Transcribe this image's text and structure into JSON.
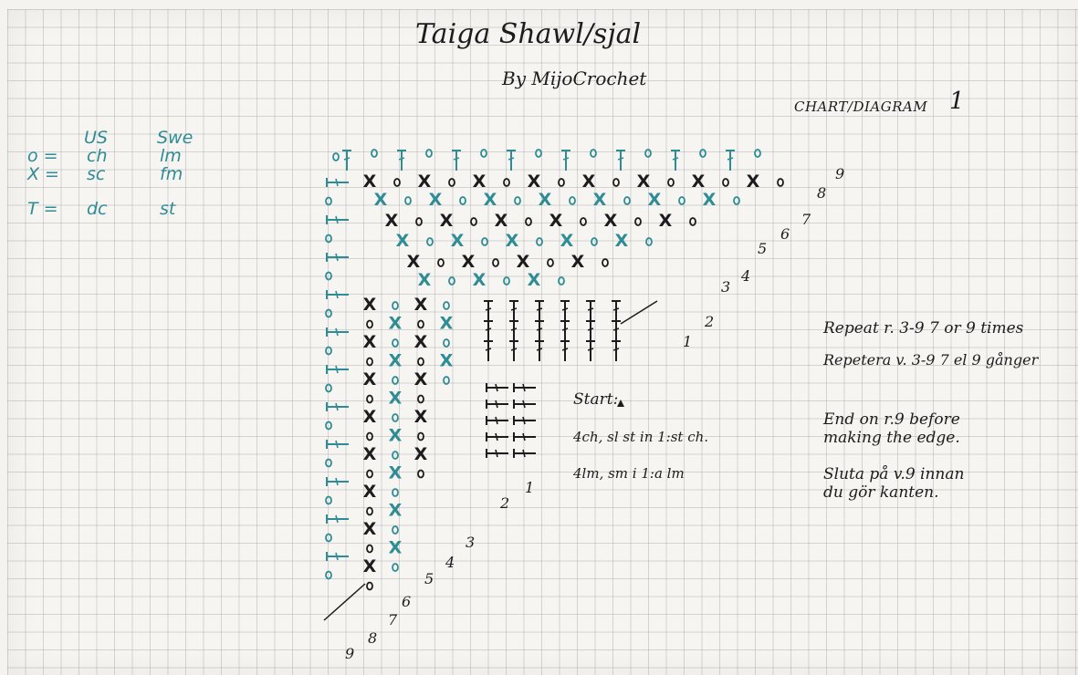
{
  "title": "Taiga Shawl/sjal",
  "byline": "By MijoCrochet",
  "chart_label": "CHART/DIAGRAM",
  "chart_number": "1",
  "legend": {
    "header_us": "US",
    "header_swe": "Swe",
    "rows": [
      {
        "symbol": "o =",
        "us": "ch",
        "swe": "lm"
      },
      {
        "symbol": "X =",
        "us": "sc",
        "swe": "fm"
      },
      {
        "symbol": "T =",
        "us": "dc",
        "swe": "st"
      }
    ]
  },
  "notes": {
    "repeat_en": "Repeat r. 3-9  7 or 9 times",
    "repeat_sv": "Repetera v. 3-9  7 el 9 gånger",
    "end_en_1": "End on r.9 before",
    "end_en_2": "making the edge.",
    "end_sv_1": "Sluta på v.9 innan",
    "end_sv_2": "du gör kanten."
  },
  "start": {
    "label": "Start:",
    "en": "4ch, sl st in 1:st ch.",
    "sv": "4lm, sm i 1:a lm"
  },
  "row_labels": {
    "right": [
      "1",
      "2",
      "3",
      "4",
      "5",
      "6",
      "7",
      "8",
      "9"
    ],
    "bottom": [
      "1",
      "2",
      "3",
      "4",
      "5",
      "6",
      "7",
      "8",
      "9"
    ]
  },
  "colors": {
    "ink": "#1c1c1c",
    "teal": "#2e8c95",
    "grid": "#9a9a9a",
    "paper": "#f6f5f2"
  }
}
